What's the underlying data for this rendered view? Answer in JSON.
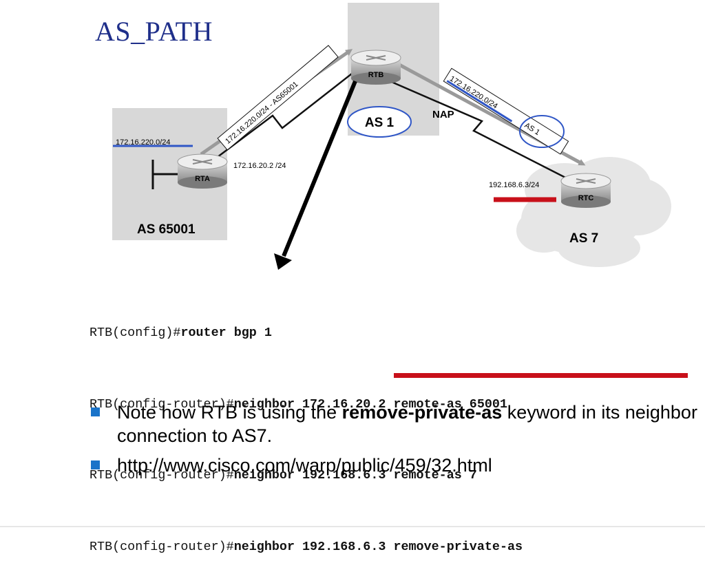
{
  "title": "AS_PATH",
  "diagram": {
    "as_left_label": "AS 65001",
    "as_center_label": "AS 1",
    "nap_label": "NAP",
    "as_right_label": "AS 7",
    "rta_label": "RTA",
    "rtb_label": "RTB",
    "rtc_label": "RTC",
    "lan_prefix": "172.16.220.0/24",
    "rta_ip": "172.16.20.2 /24",
    "rtc_ip": "192.168.6.3/24",
    "update_rta_rtb": "172.16.220.0/24 - AS65001",
    "update_rtb_rtc_prefix": "172.16.220.0/24",
    "update_rtb_rtc_as": "AS 1",
    "colors": {
      "title": "#1f2f8a",
      "highlight_blue": "#2f56c6",
      "highlight_red": "#c8101a"
    }
  },
  "code": [
    {
      "prompt": "RTB(config)#",
      "command": "router bgp 1"
    },
    {
      "prompt": "RTB(config-router)#",
      "command": "neighbor 172.16.20.2 remote-as 65001"
    },
    {
      "prompt": "RTB(config-router)#",
      "command": "neighbor 192.168.6.3 remote-as 7"
    },
    {
      "prompt": "RTB(config-router)#",
      "command": "neighbor 192.168.6.3 remove-private-as"
    }
  ],
  "bullets": [
    {
      "pre": "Note how RTB is using the ",
      "bold": "remove-private-as",
      "post": " keyword in its neighbor connection to AS7."
    },
    {
      "pre": "http://www.cisco.com/warp/public/459/32.html",
      "bold": "",
      "post": ""
    }
  ]
}
